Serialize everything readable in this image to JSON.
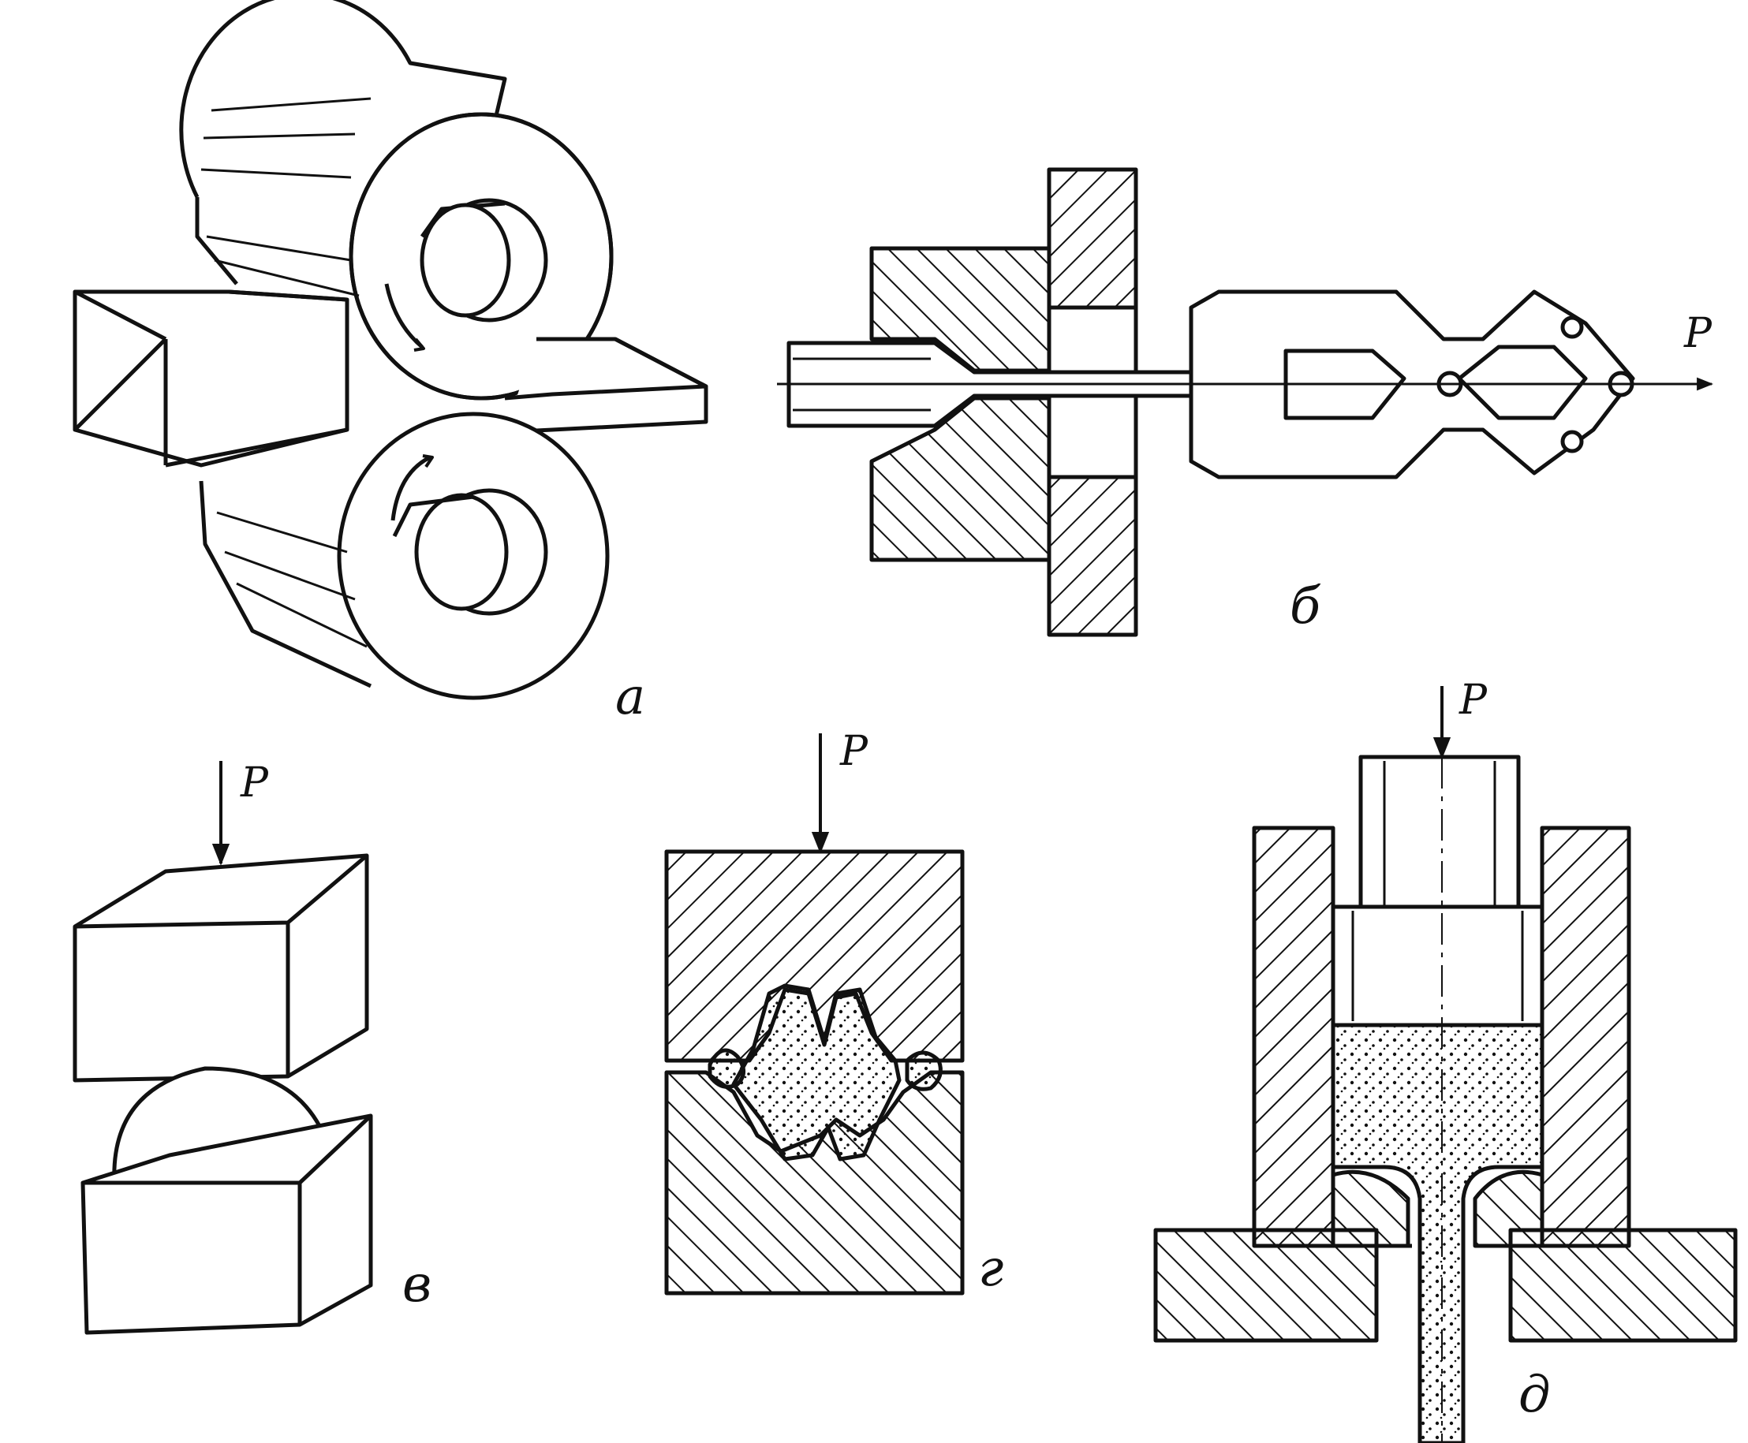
{
  "figure": {
    "panels": [
      {
        "id": "a",
        "label": "а",
        "subject": "rolling-between-two-rolls"
      },
      {
        "id": "b",
        "label": "б",
        "subject": "drawing-through-die"
      },
      {
        "id": "c",
        "label": "в",
        "subject": "open-die-forging"
      },
      {
        "id": "d",
        "label": "г",
        "subject": "closed-die-forging"
      },
      {
        "id": "e",
        "label": "д",
        "subject": "extrusion-through-container"
      }
    ],
    "force_label": "P"
  },
  "colors": {
    "ink": "#111111",
    "paper": "#ffffff"
  }
}
